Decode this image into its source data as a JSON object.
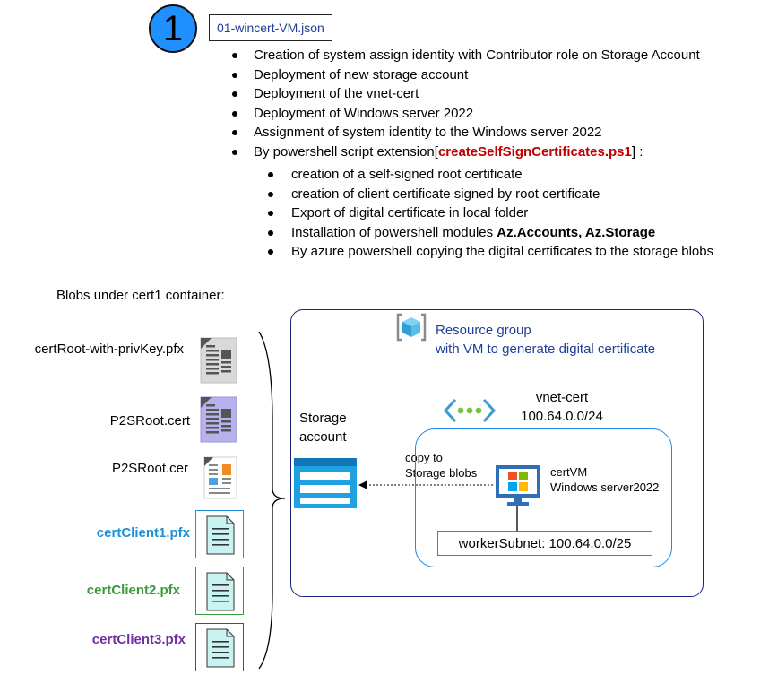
{
  "step": {
    "number": "1",
    "file_name": "01-wincert-VM.json"
  },
  "bullets": [
    "Creation of system assign identity with Contributor role on Storage Account",
    "Deployment of new storage account",
    "Deployment of the vnet-cert",
    "Deployment of Windows server 2022",
    "Assignment of system identity to the Windows server 2022"
  ],
  "script_bullet": {
    "prefix": "By powershell script extension[",
    "script": "createSelfSignCertificates.ps1",
    "suffix": "] :"
  },
  "sub_bullets": [
    "creation of a self-signed root certificate",
    "creation of client certificate signed by root certificate",
    "Export of digital certificate in local folder"
  ],
  "modules_bullet": {
    "prefix": "Installation of powershell modules ",
    "modules": "Az.Accounts, Az.Storage"
  },
  "last_sub_bullet": "By azure powershell copying the digital certificates to the storage blobs",
  "blobs": {
    "title": "Blobs under cert1 container:",
    "items": [
      {
        "label": "certRoot-with-privKey.pfx",
        "color": "#000000"
      },
      {
        "label": "P2SRoot.cert",
        "color": "#000000"
      },
      {
        "label": "P2SRoot.cer",
        "color": "#000000"
      },
      {
        "label": "certClient1.pfx",
        "color": "#1e90d6"
      },
      {
        "label": "certClient2.pfx",
        "color": "#3a9a3a"
      },
      {
        "label": "certClient3.pfx",
        "color": "#7030a0"
      }
    ]
  },
  "resource_group": {
    "title_line1": "Resource group",
    "title_line2": "with VM to generate digital certificate"
  },
  "storage": {
    "label_line1": "Storage",
    "label_line2": "account"
  },
  "copy_arrow": {
    "line1": "copy to",
    "line2": "Storage blobs"
  },
  "vnet": {
    "name": "vnet-cert",
    "cidr": "100.64.0.0/24"
  },
  "vm": {
    "name": "certVM",
    "os": "Windows server2022"
  },
  "subnet": {
    "label": "workerSubnet: 100.64.0.0/25"
  },
  "colors": {
    "accent_blue": "#1e90ff",
    "dark_blue": "#1f3f9a",
    "script_red": "#c00000",
    "vnet_border": "#1e88e5"
  }
}
